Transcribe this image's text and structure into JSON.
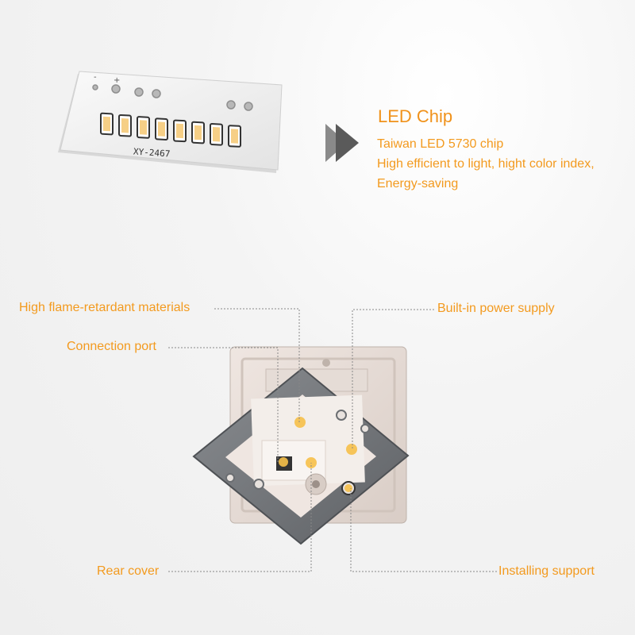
{
  "chip_section": {
    "board_label": "XY-2467",
    "title": "LED Chip",
    "lines": [
      "Taiwan LED 5730 chip",
      "High efficient to light, hight color index,",
      "Energy-saving"
    ]
  },
  "callouts": {
    "flame_retardant": "High flame-retardant materials",
    "connection_port": "Connection port",
    "power_supply": "Built-in power supply",
    "rear_cover": "Rear cover",
    "installing_support": "Installing support"
  },
  "colors": {
    "accent": "#f39a1e",
    "led": "#f6cf86",
    "marker": "#f7c04a"
  }
}
